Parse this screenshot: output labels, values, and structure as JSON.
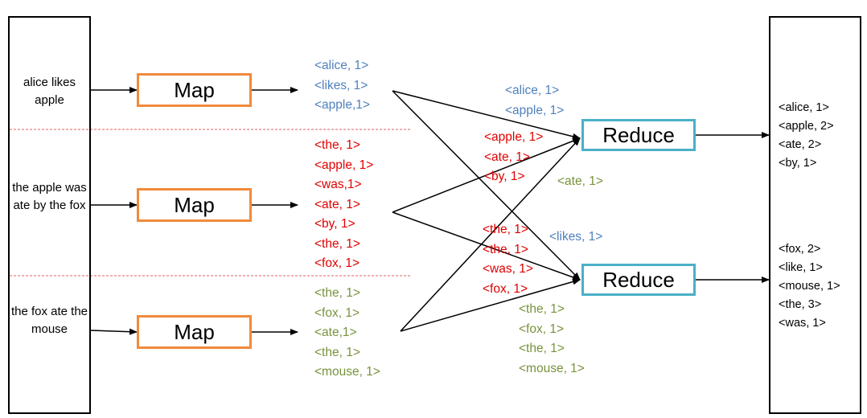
{
  "inputs": [
    "alice likes apple",
    "the apple was ate by the fox",
    "the fox ate the mouse"
  ],
  "map_label": "Map",
  "reduce_label": "Reduce",
  "map_outputs": [
    [
      "<alice, 1>",
      "<likes, 1>",
      "<apple,1>"
    ],
    [
      "<the, 1>",
      "<apple, 1>",
      "<was,1>",
      "<ate, 1>",
      "<by, 1>",
      "<the, 1>",
      "<fox, 1>"
    ],
    [
      "<the, 1>",
      "<fox, 1>",
      "<ate,1>",
      "<the, 1>",
      "<mouse, 1>"
    ]
  ],
  "reduce1_inputs": {
    "blue": [
      "<alice, 1>",
      "<apple, 1>"
    ],
    "red": [
      "<apple, 1>",
      "<ate, 1>",
      "<by, 1>"
    ],
    "green": [
      "<ate, 1>"
    ]
  },
  "reduce2_inputs": {
    "red": [
      "<the, 1>",
      "<the, 1>",
      "<was, 1>",
      "<fox, 1>"
    ],
    "blue": [
      "<likes, 1>"
    ],
    "green": [
      "<the, 1>",
      "<fox, 1>",
      "<the, 1>",
      "<mouse, 1>"
    ]
  },
  "outputs": [
    [
      "<alice, 1>",
      "<apple, 2>",
      "<ate, 2>",
      "<by, 1>"
    ],
    [
      "<fox, 2>",
      "<like, 1>",
      "<mouse, 1>",
      "<the, 3>",
      "<was, 1>"
    ]
  ],
  "colors": {
    "map_border": "#f08a3c",
    "reduce_border": "#4ab0c8",
    "split1": "#4f81bd",
    "split2": "#e00000",
    "split3": "#77933c",
    "divider": "#e06060"
  }
}
